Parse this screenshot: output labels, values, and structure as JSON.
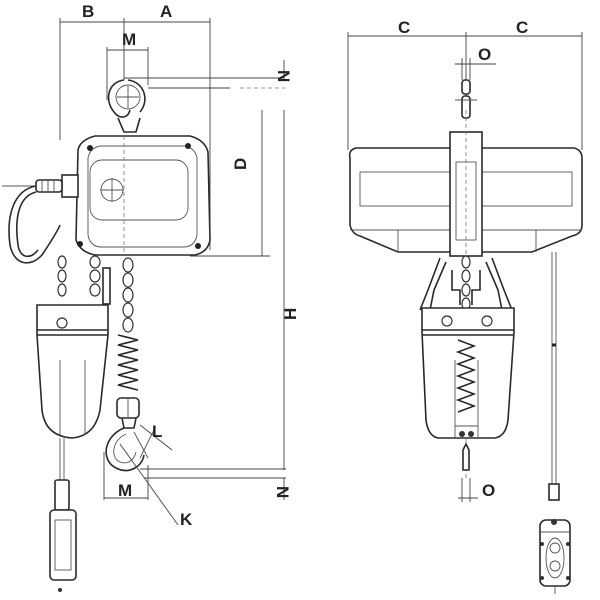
{
  "diagram": {
    "subject": "Electric chain hoist dimension drawing",
    "views": [
      {
        "name": "side-view",
        "labels": {
          "A": "A",
          "B": "B",
          "M_top": "M",
          "N_top": "N",
          "D": "D",
          "H": "H",
          "L": "L",
          "M_bottom": "M",
          "N_bottom": "N",
          "K": "K"
        }
      },
      {
        "name": "front-view",
        "labels": {
          "C_left": "C",
          "C_right": "C",
          "O_top": "O",
          "O_bottom": "O"
        }
      }
    ],
    "colors": {
      "line": "#2a2a2a",
      "background": "#ffffff"
    }
  }
}
